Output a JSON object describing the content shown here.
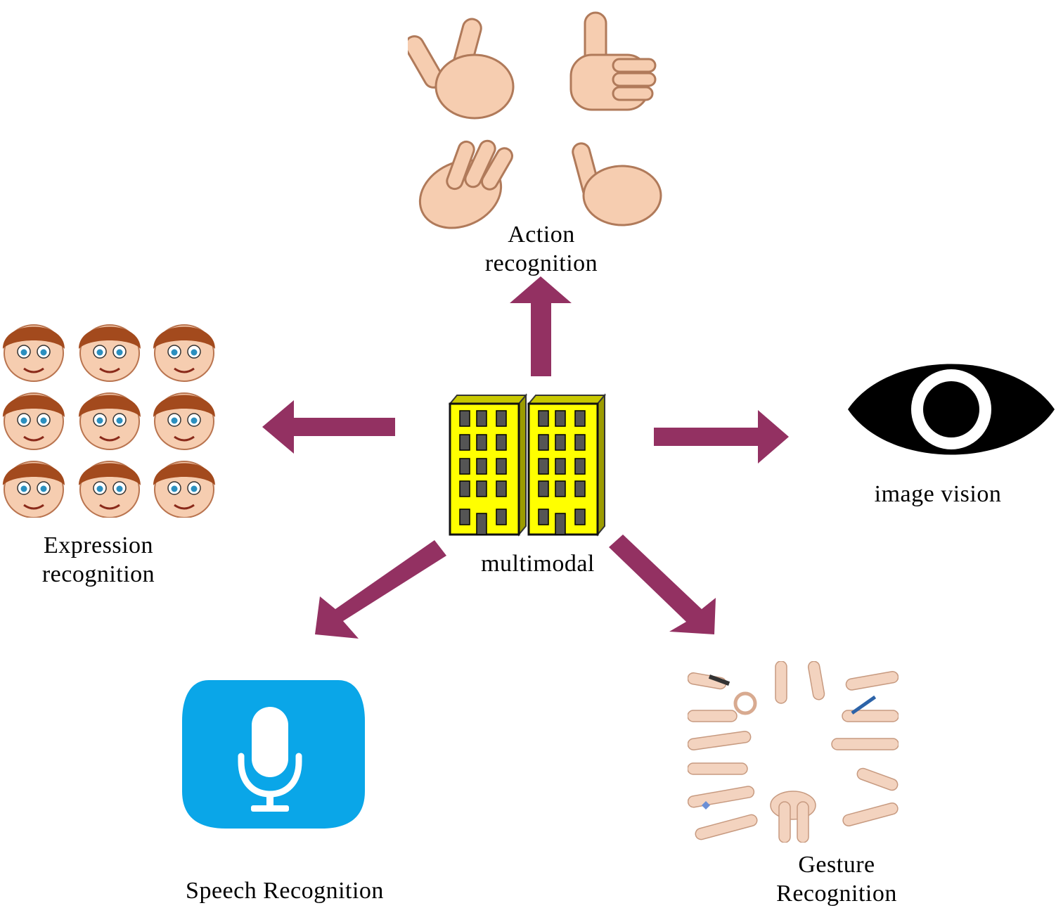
{
  "center": {
    "label": "multimodal"
  },
  "nodes": {
    "action": {
      "label": "Action\nrecognition",
      "icon": "hand-gestures-icon"
    },
    "vision": {
      "label": "image vision",
      "icon": "eye-icon"
    },
    "expression": {
      "label": "Expression\nrecognition",
      "icon": "faces-grid-icon"
    },
    "speech": {
      "label": "Speech Recognition",
      "icon": "microphone-icon"
    },
    "gesture": {
      "label": "Gesture\nRecognition",
      "icon": "hands-photo-icon"
    }
  },
  "colors": {
    "arrow": "#933162",
    "building": "#ffff00",
    "mic_bg": "#0aa6e8",
    "eye": "#000000",
    "skin": "#f6cdb0"
  }
}
